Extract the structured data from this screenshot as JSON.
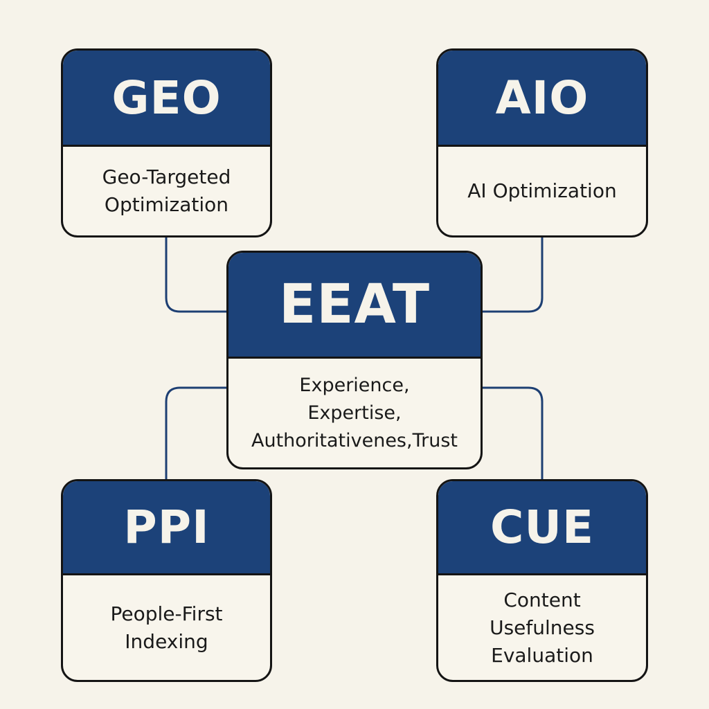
{
  "colors": {
    "background": "#f6f3ea",
    "header_fill": "#1c4279",
    "header_text": "#f6f3ea",
    "card_fill": "#f8f5ec",
    "border": "#141414",
    "connector": "#1d3f73",
    "body_text": "#1a1a1a"
  },
  "nodes": {
    "geo": {
      "title": "GEO",
      "lines": [
        "Geo-Targeted",
        "Optimization"
      ]
    },
    "aio": {
      "title": "AIO",
      "lines": [
        "AI Optimization"
      ]
    },
    "eeat": {
      "title": "EEAT",
      "lines": [
        "Experience,",
        "Expertise,",
        "Authoritativenes,Trust"
      ]
    },
    "ppi": {
      "title": "PPI",
      "lines": [
        "People-First",
        "Indexing"
      ]
    },
    "cue": {
      "title": "CUE",
      "lines": [
        "Content",
        "Usefulness",
        "Evaluation"
      ]
    }
  },
  "edges": [
    {
      "from": "geo",
      "to": "eeat"
    },
    {
      "from": "aio",
      "to": "eeat"
    },
    {
      "from": "eeat",
      "to": "ppi"
    },
    {
      "from": "eeat",
      "to": "cue"
    }
  ]
}
